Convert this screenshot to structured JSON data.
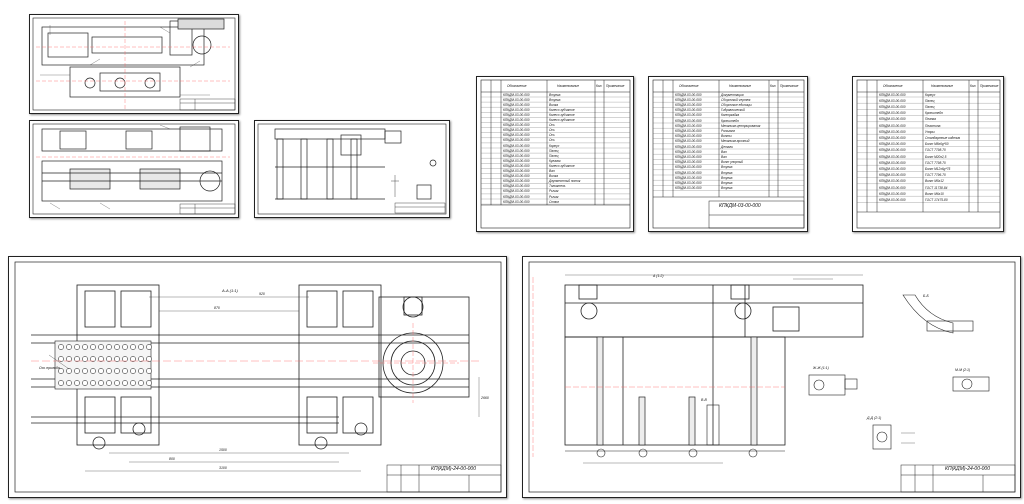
{
  "drawing_code": "КП(КДМ)-24-00-000",
  "assembly_code": "КПКДМ-03-00-000",
  "spec_columns": {
    "designation": "Обозначение",
    "name": "Наименование",
    "qty": "Кол.",
    "note": "Примечание"
  },
  "spec1_names": [
    "Втулка",
    "Втулка",
    "Вилка",
    "Колесо зубчатое",
    "Колесо зубчатое",
    "Колесо зубчатое",
    "Ось",
    "Ось",
    "Ось",
    "Ось",
    "Корпус",
    "Палец",
    "Палец",
    "Кулачок",
    "Колесо зубчатое",
    "Вал",
    "Вилка",
    "Двухместный поток",
    "Толкатель",
    "Рычаг",
    "Рычаг",
    "Ствол"
  ],
  "spec2_names": [
    "Документация",
    "Сборочный чертеж",
    "Сборочные единицы",
    "Гидравлический",
    "Контргайка",
    "Кронштейн",
    "Механизм центрирования",
    "Рольганг",
    "Винты",
    "Механизм арочный",
    "Детали",
    "Вал",
    "Вал",
    "Винт упорный",
    "Втулка",
    "Втулка",
    "Втулка",
    "Втулка",
    "Втулка"
  ],
  "spec3_names": [
    "Корпус",
    "Палец",
    "Палец",
    "Кронштейн",
    "Планка",
    "Пластина",
    "Упоры",
    "Стандартные изделия",
    "Болт М8х6g*50",
    "ГОСТ 7798-70",
    "Болт М20х2,5",
    "ГОСТ 7798-70",
    "Болт М12х6g*75",
    "ГОСТ 7796-70",
    "Винт М5х12",
    "ГОСТ 11738-84",
    "Винт М6х10",
    "ГОСТ 17475-80"
  ],
  "dims_left": [
    "A-A (1:1)",
    "Ось привода",
    "3100",
    "1500",
    "870",
    "920",
    "2660",
    "800"
  ],
  "dims_right": [
    "А (1:2)",
    "Б-Б",
    "Ж-Ж (1:1)",
    "М-М (2:1)",
    "Д-Д (2:1)",
    "В-В"
  ]
}
